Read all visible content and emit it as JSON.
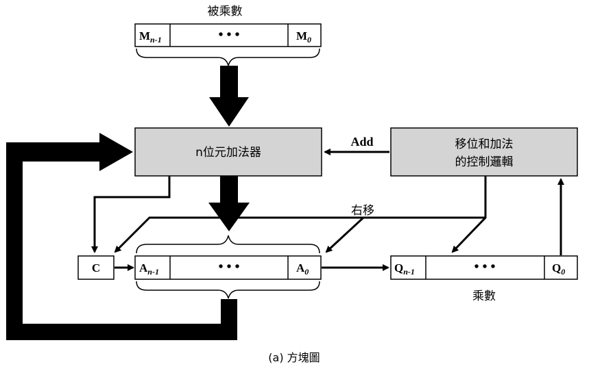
{
  "multiplicand": {
    "label": "被乘數",
    "msb_main": "M",
    "msb_sub": "n-1",
    "dots": "•   •   •",
    "lsb_main": "M",
    "lsb_sub": "0"
  },
  "adder": {
    "label": "n位元加法器"
  },
  "control": {
    "line1": "移位和加法",
    "line2": "的控制邏輯"
  },
  "add_signal": "Add",
  "shift_right": "右移",
  "carry": {
    "label": "C"
  },
  "accumulator": {
    "msb_main": "A",
    "msb_sub": "n-1",
    "dots": "•   •   •",
    "lsb_main": "A",
    "lsb_sub": "0"
  },
  "multiplier": {
    "label": "乘數",
    "msb_main": "Q",
    "msb_sub": "n-1",
    "dots": "•   •   •",
    "lsb_main": "Q",
    "lsb_sub": "0"
  },
  "caption": "(a) 方塊圖"
}
